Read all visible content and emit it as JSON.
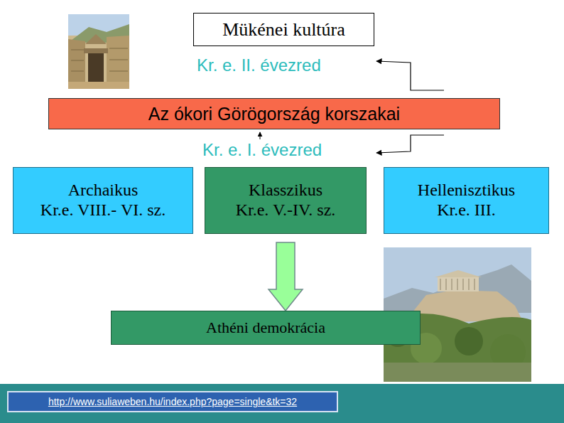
{
  "diagram": {
    "nodes": [
      {
        "text": [
          "Mükénei kultúra"
        ]
      },
      {
        "text": [
          "Az ókori Görögország korszakai"
        ]
      },
      {
        "text": [
          "Archaikus",
          "Kr.e. VIII.- VI. sz."
        ]
      },
      {
        "text": [
          "Klasszikus",
          "Kr.e. V.-IV. sz."
        ]
      },
      {
        "text": [
          "Hellenisztikus",
          "Kr.e. III."
        ]
      },
      {
        "text": [
          "Athéni demokrácia"
        ]
      },
      {
        "text": [
          "http://www.suliaweben.hu/index.php?page=single&tk=32"
        ]
      }
    ],
    "edges": [
      {
        "from": 3,
        "to": 5,
        "arrow": "to"
      }
    ],
    "labels": [
      "Kr. e. II. évezred",
      "Kr. e. I. évezred"
    ]
  }
}
